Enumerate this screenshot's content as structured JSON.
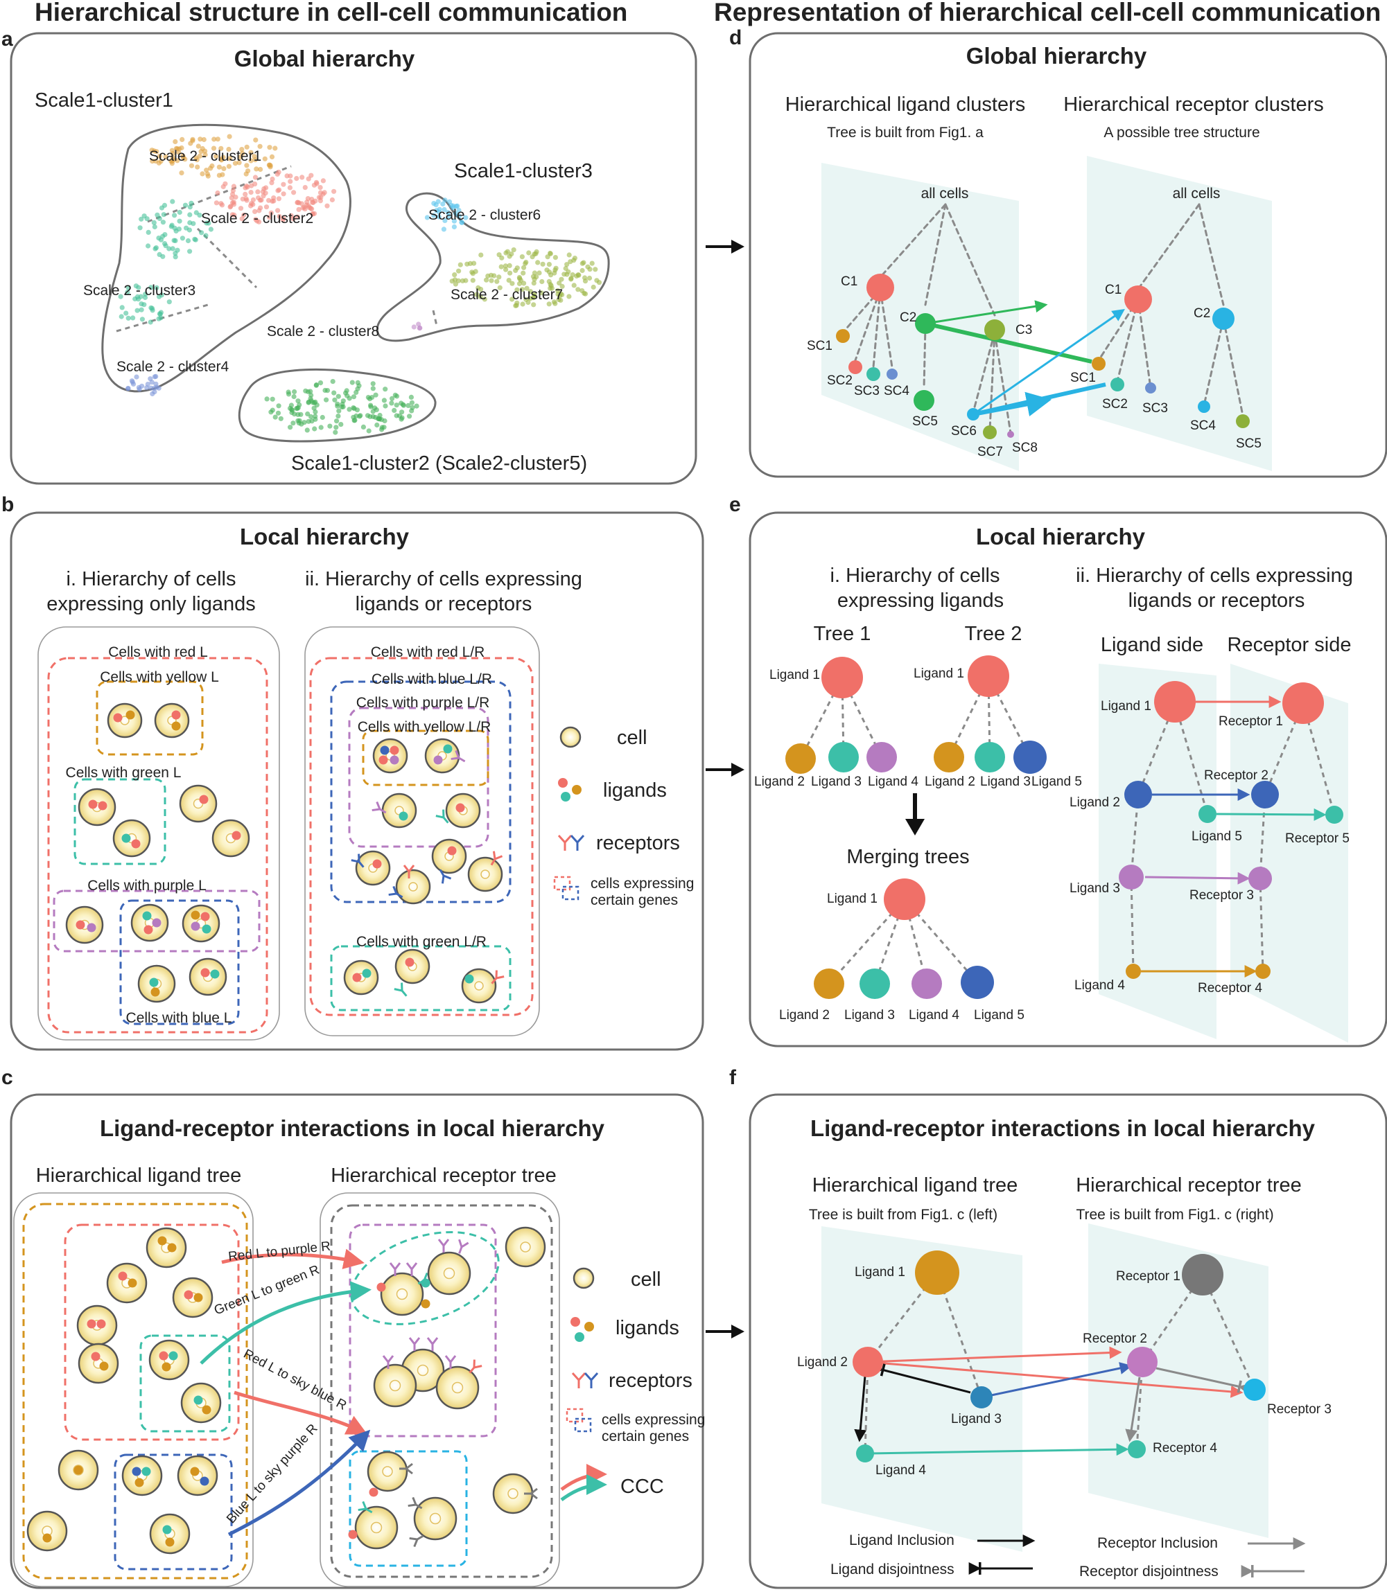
{
  "headers": {
    "left": "Hierarchical structure in cell-cell communication",
    "right": "Representation of hierarchical cell-cell communication"
  },
  "panels": {
    "a": {
      "letter": "a",
      "title": "Global hierarchy",
      "cluster_labels": {
        "s1c1": "Scale1-cluster1",
        "s1c3": "Scale1-cluster3",
        "s1c2": "Scale1-cluster2 (Scale2-cluster5)",
        "s2c1": "Scale 2 - cluster1",
        "s2c2": "Scale 2 - cluster2",
        "s2c3": "Scale 2 - cluster3",
        "s2c4": "Scale 2 - cluster4",
        "s2c6": "Scale 2 - cluster6",
        "s2c7": "Scale 2 - cluster7",
        "s2c8": "Scale 2 - cluster8"
      }
    },
    "b": {
      "letter": "b",
      "title": "Local hierarchy",
      "col1_line1": "i. Hierarchy of cells",
      "col1_line2": "expressing only ligands",
      "col2_line1": "ii. Hierarchy of cells expressing",
      "col2_line2": "ligands or receptors",
      "groups_left": {
        "red": "Cells with red L",
        "yellow": "Cells with yellow L",
        "green": "Cells with green L",
        "purple": "Cells with purple L",
        "blue": "Cells with blue L"
      },
      "groups_right": {
        "red": "Cells with red L/R",
        "blue": "Cells with blue L/R",
        "purple": "Cells with purple L/R",
        "yellow": "Cells with yellow L/R",
        "green": "Cells with green L/R"
      },
      "legend": {
        "cell": "cell",
        "ligands": "ligands",
        "receptors": "receptors",
        "genes_line1": "cells expressing",
        "genes_line2": "certain genes"
      }
    },
    "c": {
      "letter": "c",
      "title": "Ligand-receptor interactions in local hierarchy",
      "ligand_tree": "Hierarchical ligand tree",
      "receptor_tree": "Hierarchical receptor tree",
      "arrows": {
        "a1": "Red L to purple R",
        "a2": "Green L to green R",
        "a3": "Red L to sky blue R",
        "a4": "Blue L to sky purple R"
      },
      "legend": {
        "cell": "cell",
        "ligands": "ligands",
        "receptors": "receptors",
        "genes_line1": "cells expressing",
        "genes_line2": "certain genes",
        "ccc": "CCC"
      }
    },
    "d": {
      "letter": "d",
      "title": "Global hierarchy",
      "ligand_title": "Hierarchical ligand clusters",
      "ligand_sub": "Tree is built from Fig1. a",
      "receptor_title": "Hierarchical receptor clusters",
      "receptor_sub": "A possible tree structure",
      "root": "all cells",
      "nodes": {
        "C1": "C1",
        "C2": "C2",
        "C3": "C3",
        "SC1": "SC1",
        "SC2": "SC2",
        "SC3": "SC3",
        "SC4": "SC4",
        "SC5": "SC5",
        "SC6": "SC6",
        "SC7": "SC7",
        "SC8": "SC8"
      }
    },
    "e": {
      "letter": "e",
      "title": "Local hierarchy",
      "col1_line1": "i. Hierarchy of cells",
      "col1_line2": "expressing ligands",
      "col2_line1": "ii. Hierarchy of cells expressing",
      "col2_line2": "ligands or receptors",
      "tree1": "Tree 1",
      "tree2": "Tree 2",
      "merging": "Merging trees",
      "ligand_side": "Ligand side",
      "receptor_side": "Receptor side",
      "L1": "Ligand 1",
      "L2": "Ligand 2",
      "L3": "Ligand 3",
      "L4": "Ligand 4",
      "L5": "Ligand 5",
      "R1": "Receptor 1",
      "R2": "Receptor 2",
      "R3": "Receptor 3",
      "R4": "Receptor 4",
      "R5": "Receptor 5"
    },
    "f": {
      "letter": "f",
      "title": "Ligand-receptor interactions in local hierarchy",
      "ligand_tree": "Hierarchical ligand tree",
      "ligand_sub": "Tree is built from Fig1. c (left)",
      "receptor_tree": "Hierarchical receptor tree",
      "receptor_sub": "Tree is built from Fig1. c (right)",
      "L1": "Ligand 1",
      "L2": "Ligand 2",
      "L3": "Ligand 3",
      "L4": "Ligand 4",
      "R1": "Receptor 1",
      "R2": "Receptor 2",
      "R3": "Receptor 3",
      "R4": "Receptor 4",
      "legend": {
        "lig_incl": "Ligand Inclusion",
        "lig_disj": "Ligand disjointness",
        "rec_incl": "Receptor Inclusion",
        "rec_disj": "Receptor disjointness"
      }
    }
  },
  "colors": {
    "red": "#f07068",
    "yellow": "#d4941e",
    "green": "#2fb87a",
    "teal": "#3cbfa8",
    "purple": "#b57bc0",
    "blue": "#3d66b8",
    "sky": "#29b3e3",
    "olive": "#8db03a",
    "gray": "#7a7a7a"
  }
}
